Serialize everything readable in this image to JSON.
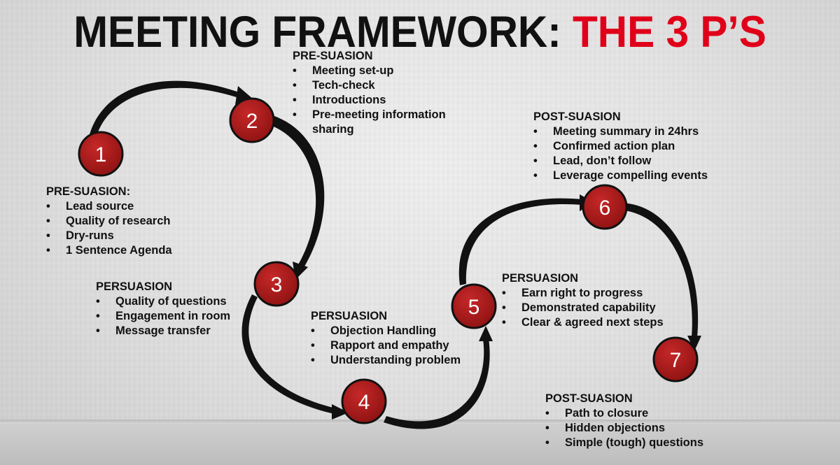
{
  "title": {
    "main": "MEETING FRAMEWORK: ",
    "accent": "THE 3 P’S"
  },
  "colors": {
    "accent": "#e0001a",
    "node_fill": "#b71c1c",
    "arrow": "#111111",
    "text": "#111111"
  },
  "bullet_char": "•",
  "steps": [
    {
      "number": "1",
      "heading": "PRE-SUASION:",
      "items": [
        "Lead source",
        "Quality of research",
        "Dry-runs",
        "1 Sentence Agenda"
      ]
    },
    {
      "number": "2",
      "heading": "PRE-SUASION",
      "items": [
        "Meeting set-up",
        "Tech-check",
        "Introductions",
        "Pre-meeting information sharing"
      ]
    },
    {
      "number": "3",
      "heading": "PERSUASION",
      "items": [
        "Quality of questions",
        "Engagement in room",
        "Message transfer"
      ]
    },
    {
      "number": "4",
      "heading": "PERSUASION",
      "items": [
        "Objection Handling",
        "Rapport and empathy",
        "Understanding problem"
      ]
    },
    {
      "number": "5",
      "heading": "PERSUASION",
      "items": [
        "Earn right to progress",
        "Demonstrated capability",
        "Clear & agreed next steps"
      ]
    },
    {
      "number": "6",
      "heading": "POST-SUASION",
      "items": [
        "Meeting summary in 24hrs",
        "Confirmed action plan",
        "Lead, don’t follow",
        "Leverage compelling events"
      ]
    },
    {
      "number": "7",
      "heading": "POST-SUASION",
      "items": [
        "Path to closure",
        "Hidden objections",
        "Simple (tough) questions"
      ]
    }
  ]
}
